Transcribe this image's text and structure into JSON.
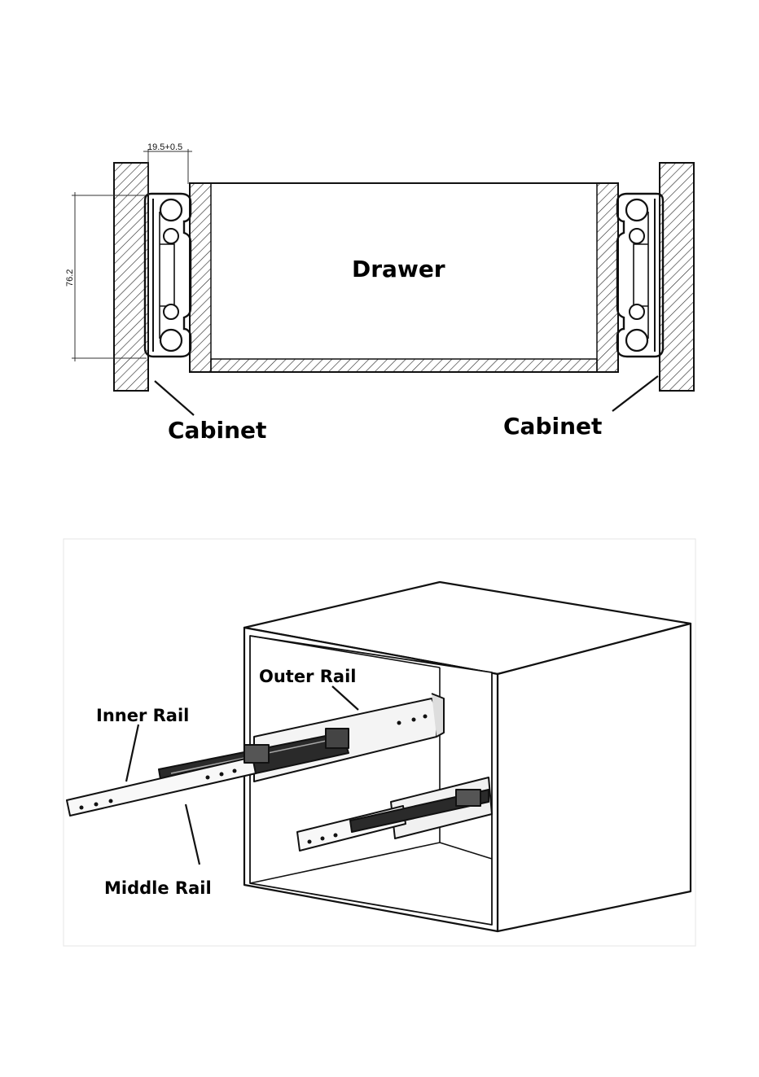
{
  "top_diagram": {
    "dimension_width": "19.5+0.5",
    "dimension_height": "76.2",
    "drawer_label": "Drawer",
    "cabinet_left_label": "Cabinet",
    "cabinet_right_label": "Cabinet"
  },
  "bottom_diagram": {
    "outer_rail_label": "Outer Rail",
    "inner_rail_label": "Inner Rail",
    "middle_rail_label": "Middle Rail"
  }
}
